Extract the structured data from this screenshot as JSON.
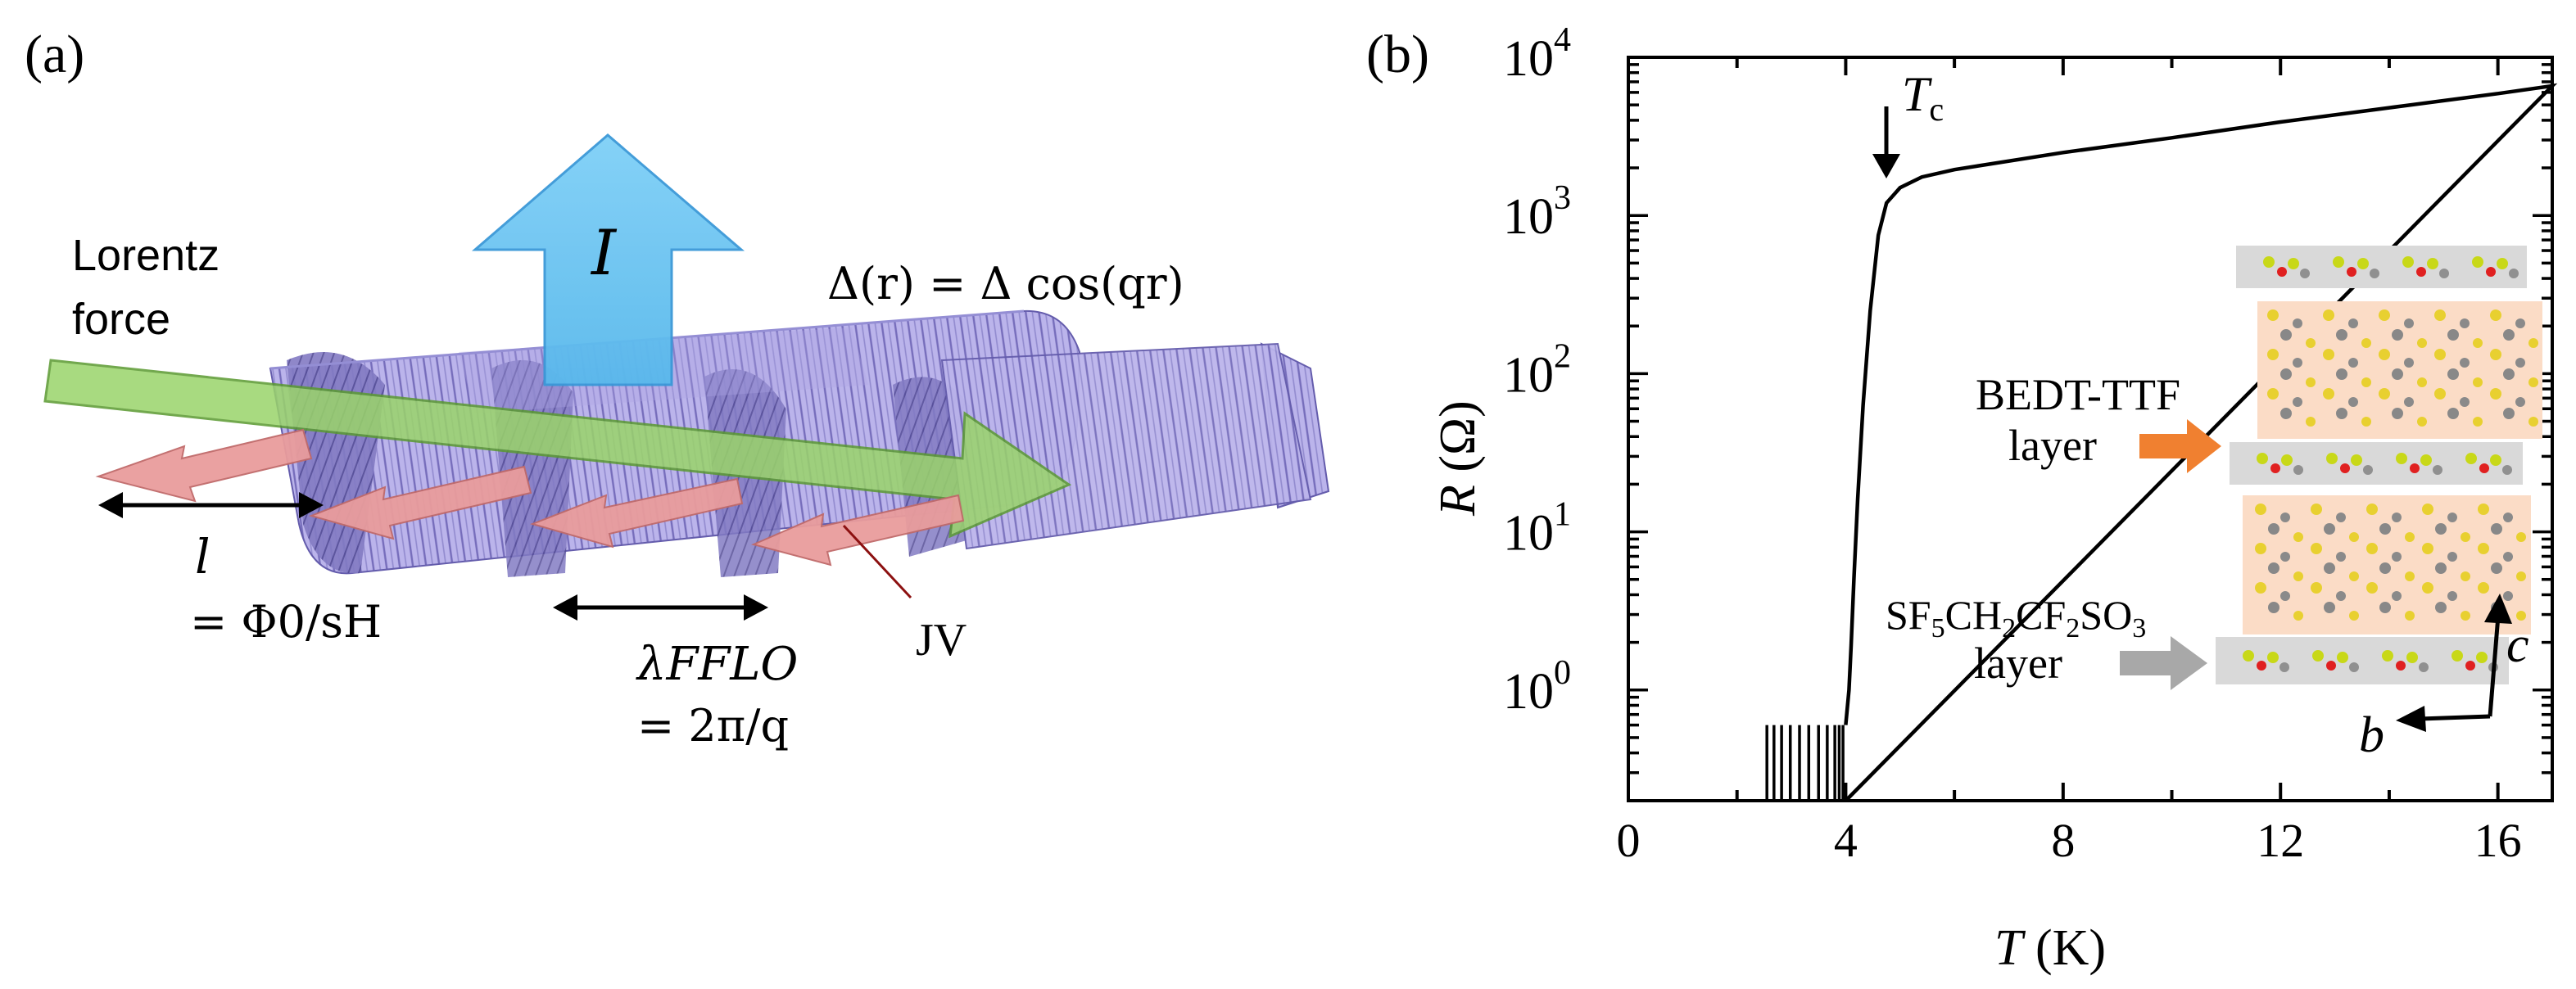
{
  "panel_a": {
    "label": "(a)",
    "current_symbol": "I",
    "lorentz_line1": "Lorentz",
    "lorentz_line2": "force",
    "gap_equation": "Δ(r) = Δ cos(qr)",
    "l_symbol": "l",
    "l_formula": "= Φ0/sH",
    "lambda_symbol": "λFFLO",
    "lambda_formula": "= 2π/q",
    "jv_label": "JV"
  },
  "panel_b": {
    "label": "(b)",
    "tc_label": "Tc",
    "bedt_line1": "BEDT-TTF",
    "bedt_line2": "layer",
    "anion_line1": "SF5CH2CF2SO3",
    "anion_line2": "layer",
    "axis_c": "c",
    "axis_b": "b"
  },
  "chart_data": {
    "type": "line",
    "xlabel": "T (K)",
    "ylabel": "R (Ω)",
    "xlim": [
      0,
      17
    ],
    "ylim_log10": [
      -0.7,
      4
    ],
    "y_scale": "log",
    "x_ticks": [
      "0",
      "4",
      "8",
      "12",
      "16"
    ],
    "y_ticks": [
      "10^0",
      "10^1",
      "10^2",
      "10^3",
      "10^4"
    ],
    "series": [
      {
        "x": [
          4.0,
          4.06,
          4.1,
          4.15,
          4.22,
          4.32,
          4.45,
          4.6,
          4.75,
          5.0,
          5.4,
          6.0,
          8.0,
          10.0,
          12.0,
          14.0,
          16.0,
          17.0
        ],
        "y": [
          0.6,
          1.0,
          1.9,
          5.0,
          16.0,
          63.0,
          250.0,
          750.0,
          1200.0,
          1500.0,
          1750.0,
          1950.0,
          2500.0,
          3100.0,
          3900.0,
          4800.0,
          5900.0,
          6600.0
        ]
      }
    ],
    "noise_spikes_x": [
      2.55,
      2.68,
      2.82,
      2.98,
      3.15,
      3.32,
      3.5,
      3.66,
      3.8,
      3.88,
      3.95
    ],
    "noise_spike_top": 0.6
  }
}
